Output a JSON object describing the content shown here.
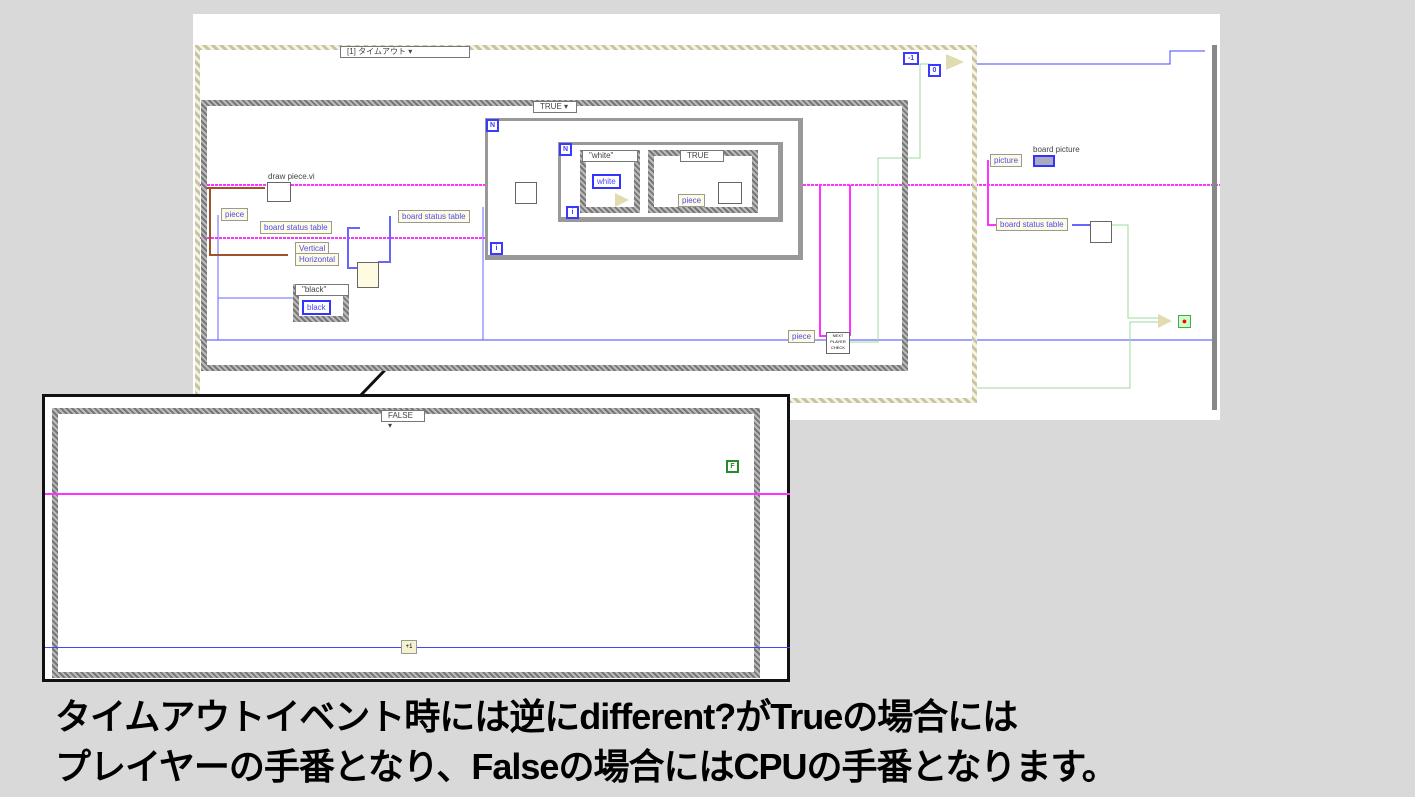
{
  "event_case": {
    "selector": "[1] タイムアウト"
  },
  "true_case": {
    "selector": "TRUE"
  },
  "inner_case_white": {
    "selector": "\"white\"",
    "enum": "white"
  },
  "inner_case_true": {
    "selector": "TRUE"
  },
  "nodes": {
    "draw_piece_label": "draw piece.vi",
    "piece1": "piece",
    "board_status_table1": "board status table",
    "vertical": "Vertical",
    "horizontal": "Horizontal",
    "black_case": "\"black\"",
    "black_enum": "black",
    "board_status_table2": "board status table",
    "piece2": "piece",
    "piece3": "piece",
    "next_player_check": "NEXT PLAYER CHECK",
    "const_neg1": "-1",
    "const_0": "0",
    "picture": "picture",
    "board_picture_label": "board picture",
    "board_status_table3": "board status table",
    "loop_N": "N",
    "loop_i": "i"
  },
  "false_case": {
    "selector": "FALSE",
    "const_f": "F",
    "increment": "+1"
  },
  "caption": {
    "line1": "タイムアウトイベント時には逆にdifferent?がTrueの場合には",
    "line2": "プレイヤーの手番となり、Falseの場合にはCPUの手番となります。"
  },
  "colors": {
    "wire_pink": "#ff33ff",
    "wire_blue": "#3333ff",
    "wire_brown": "#a0522d",
    "wire_green": "#7fd07f"
  }
}
